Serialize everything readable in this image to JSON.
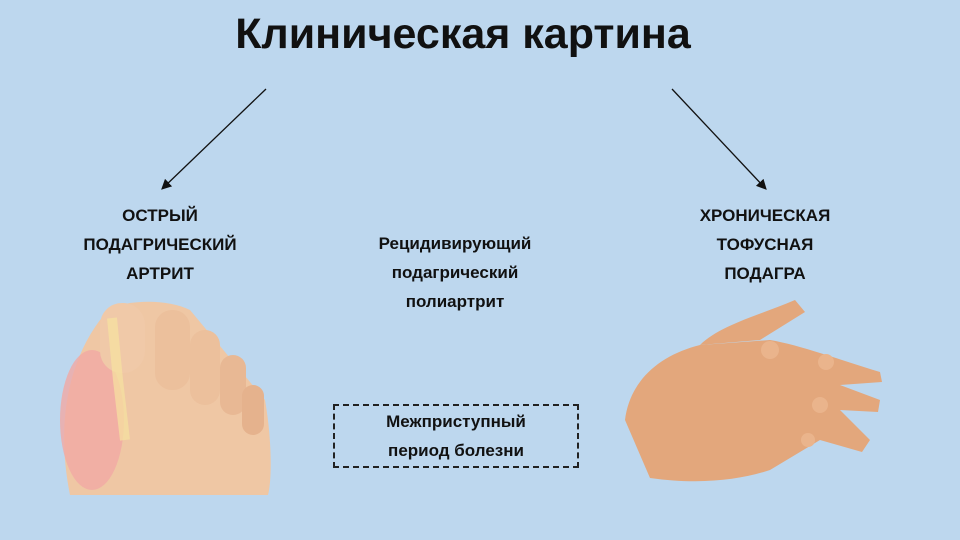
{
  "title": "Клиническая картина",
  "left": {
    "lines": [
      "ОСТРЫЙ",
      "ПОДАГРИЧЕСКИЙ",
      "АРТРИТ"
    ]
  },
  "middle": {
    "lines": [
      "Рецидивирующий",
      "подагрический",
      "полиартрит"
    ]
  },
  "right": {
    "lines": [
      "ХРОНИЧЕСКАЯ",
      "ТОФУСНАЯ",
      "ПОДАГРА"
    ]
  },
  "interictal": {
    "lines": [
      "Межприступный",
      "период болезни"
    ]
  },
  "colors": {
    "background": "#bdd7ee",
    "skin": "#e9b48c"
  }
}
